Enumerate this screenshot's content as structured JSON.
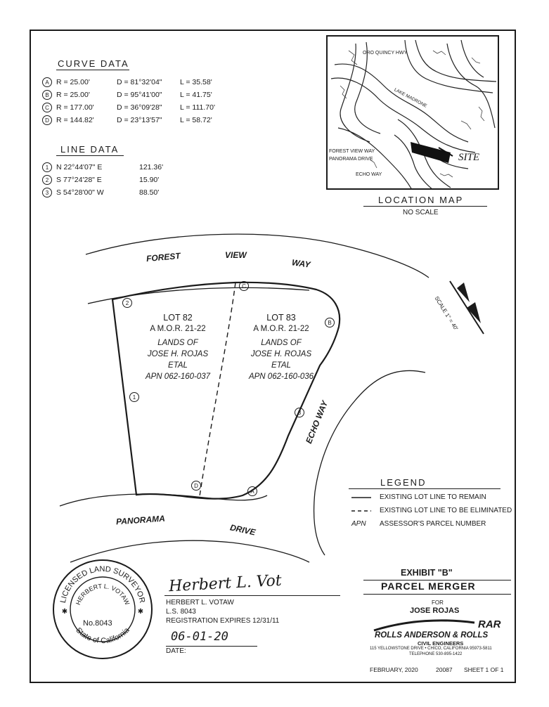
{
  "curve_data": {
    "title": "CURVE DATA",
    "rows": [
      {
        "id": "A",
        "r": "R = 25.00'",
        "d": "D = 81°32'04\"",
        "l": "L = 35.58'"
      },
      {
        "id": "B",
        "r": "R = 25.00'",
        "d": "D = 95°41'00\"",
        "l": "L = 41.75'"
      },
      {
        "id": "C",
        "r": "R = 177.00'",
        "d": "D = 36°09'28\"",
        "l": "L = 111.70'"
      },
      {
        "id": "D",
        "r": "R = 144.82'",
        "d": "D = 23°13'57\"",
        "l": "L = 58.72'"
      }
    ]
  },
  "line_data": {
    "title": "LINE DATA",
    "rows": [
      {
        "id": "1",
        "bearing": "N 22°44'07\" E",
        "dist": "121.36'"
      },
      {
        "id": "2",
        "bearing": "S 77°24'28\" E",
        "dist": "15.90'"
      },
      {
        "id": "3",
        "bearing": "S 54°28'00\" W",
        "dist": "88.50'"
      }
    ]
  },
  "location_map": {
    "title": "LOCATION MAP",
    "subtitle": "NO SCALE",
    "labels": {
      "hwy": "ORO QUINCY HWY",
      "lake": "LAKE MADRONE",
      "forest": "FOREST VIEW WAY",
      "panorama": "PANORAMA DRIVE",
      "echo": "ECHO WAY",
      "site": "SITE"
    }
  },
  "streets": {
    "forest1": "FOREST",
    "forest2": "VIEW",
    "forest3": "WAY",
    "panorama": "PANORAMA",
    "drive": "DRIVE",
    "echo": "ECHO WAY"
  },
  "lots": [
    {
      "name": "LOT 82",
      "ref": "A M.O.R. 21-22",
      "l1": "LANDS OF",
      "l2": "JOSE H. ROJAS",
      "l3": "ETAL",
      "apn": "APN 062-160-037"
    },
    {
      "name": "LOT 83",
      "ref": "A M.O.R. 21-22",
      "l1": "LANDS OF",
      "l2": "JOSE H. ROJAS",
      "l3": "ETAL",
      "apn": "APN 062-160-036"
    }
  ],
  "markers": {
    "c2": "2",
    "c1": "1",
    "c3": "3",
    "cA": "A",
    "cB": "B",
    "cC": "C",
    "cD": "D"
  },
  "scale": "SCALE 1\" = 40'",
  "legend": {
    "title": "LEGEND",
    "items": [
      {
        "sym": "",
        "text": "EXISTING LOT LINE TO REMAIN"
      },
      {
        "sym": "",
        "text": "EXISTING LOT LINE TO BE ELIMINATED"
      },
      {
        "sym": "APN",
        "text": "ASSESSOR'S PARCEL NUMBER"
      }
    ]
  },
  "title_block": {
    "exhibit": "EXHIBIT \"B\"",
    "title": "PARCEL MERGER",
    "for": "FOR",
    "client": "JOSE ROJAS",
    "firm_abbr": "RAR",
    "firm": "ROLLS ANDERSON & ROLLS",
    "firm_sub": "CIVIL ENGINEERS",
    "address": "115 YELLOWSTONE DRIVE • CHICO, CALIFORNIA 95973-5811",
    "phone": "TELEPHONE 530-895-1422",
    "date": "FEBRUARY, 2020",
    "job": "20087",
    "sheet": "SHEET 1 OF 1"
  },
  "surveyor": {
    "name": "HERBERT L. VOTAW",
    "ls": "L.S. 8043",
    "reg": "REGISTRATION EXPIRES 12/31/11",
    "date_label": "DATE:",
    "handwritten_date": "06-01-20",
    "signature": "Herbert L. Vot"
  },
  "seal": {
    "top": "LICENSED LAND SURVEYOR",
    "name": "HERBERT L. VOTAW",
    "number": "No.8043",
    "bottom": "State of California"
  }
}
